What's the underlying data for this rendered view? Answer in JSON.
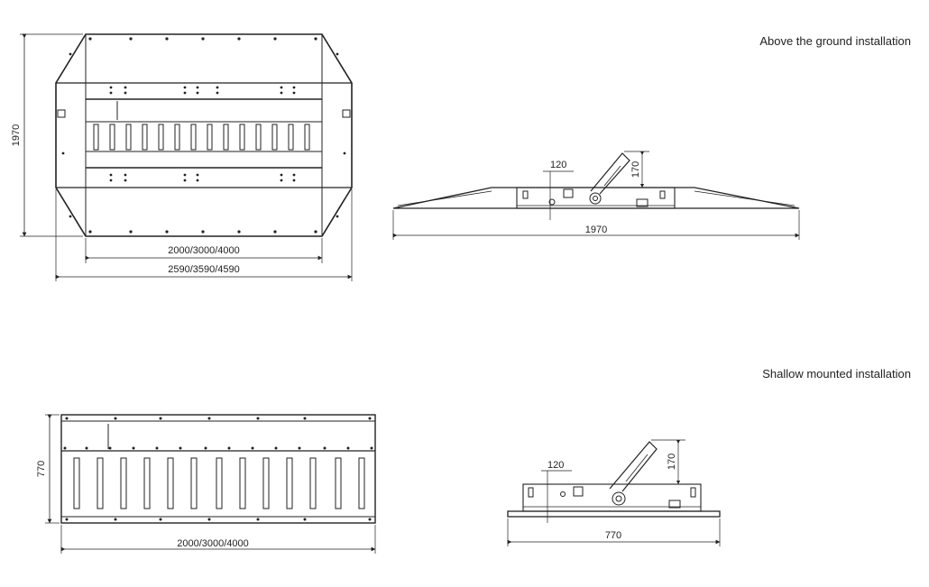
{
  "captions": {
    "top": "Above the ground installation",
    "bottom": "Shallow mounted installation"
  },
  "top_plan": {
    "height_dim": "1970",
    "inner_width_dim": "2000/3000/4000",
    "outer_width_dim": "2590/3590/4590"
  },
  "top_side": {
    "depth_dim": "120",
    "arm_height_dim": "170",
    "width_dim": "1970"
  },
  "bottom_plan": {
    "height_dim": "770",
    "width_dim": "2000/3000/4000"
  },
  "bottom_side": {
    "depth_dim": "120",
    "arm_height_dim": "170",
    "width_dim": "770"
  }
}
